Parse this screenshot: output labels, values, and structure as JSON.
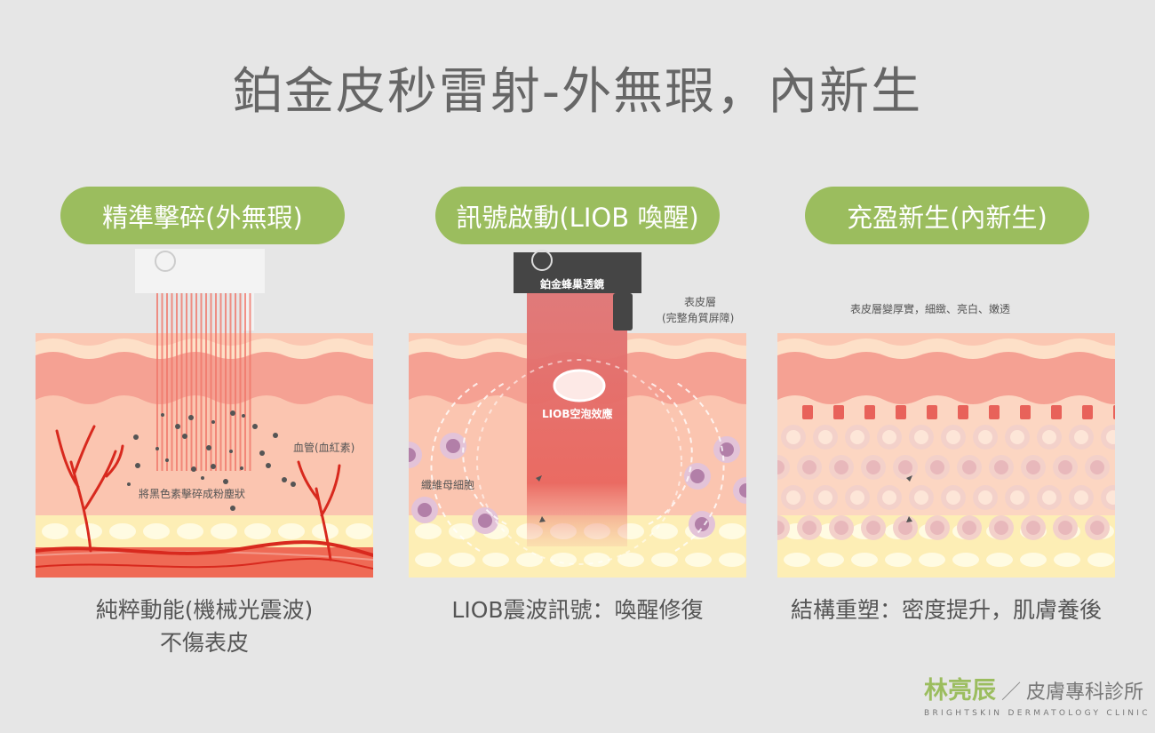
{
  "title": "鉑金皮秒雷射-外無瑕，內新生",
  "panels": [
    {
      "pill": "精準擊碎(外無瑕)",
      "labels": {
        "vessel": "血管(血紅素)",
        "pigment": "將黑色素擊碎成粉塵狀"
      },
      "caption_line1": "純粹動能(機械光震波)",
      "caption_line2": "不傷表皮"
    },
    {
      "pill": "訊號啟動(LIOB 喚醒)",
      "labels": {
        "lens": "鉑金蜂巢透鏡",
        "epidermis": "表皮層",
        "barrier": "(完整角質屏障)",
        "liob": "LIOB空泡效應",
        "fibroblast": "纖維母細胞"
      },
      "caption_line1": "LIOB震波訊號：喚醒修復"
    },
    {
      "pill": "充盈新生(內新生)",
      "labels": {
        "epidermis": "表皮層變厚實，細緻、亮白、嫩透"
      },
      "caption_line1": "結構重塑：密度提升，肌膚養後"
    }
  ],
  "logo": {
    "name": "林亮辰",
    "slash": "／",
    "clinic": "皮膚專科診所",
    "english": "BRIGHTSKIN DERMATOLOGY CLINIC"
  },
  "colors": {
    "accent": "#9bbd5e",
    "bg": "#e6e6e6"
  }
}
